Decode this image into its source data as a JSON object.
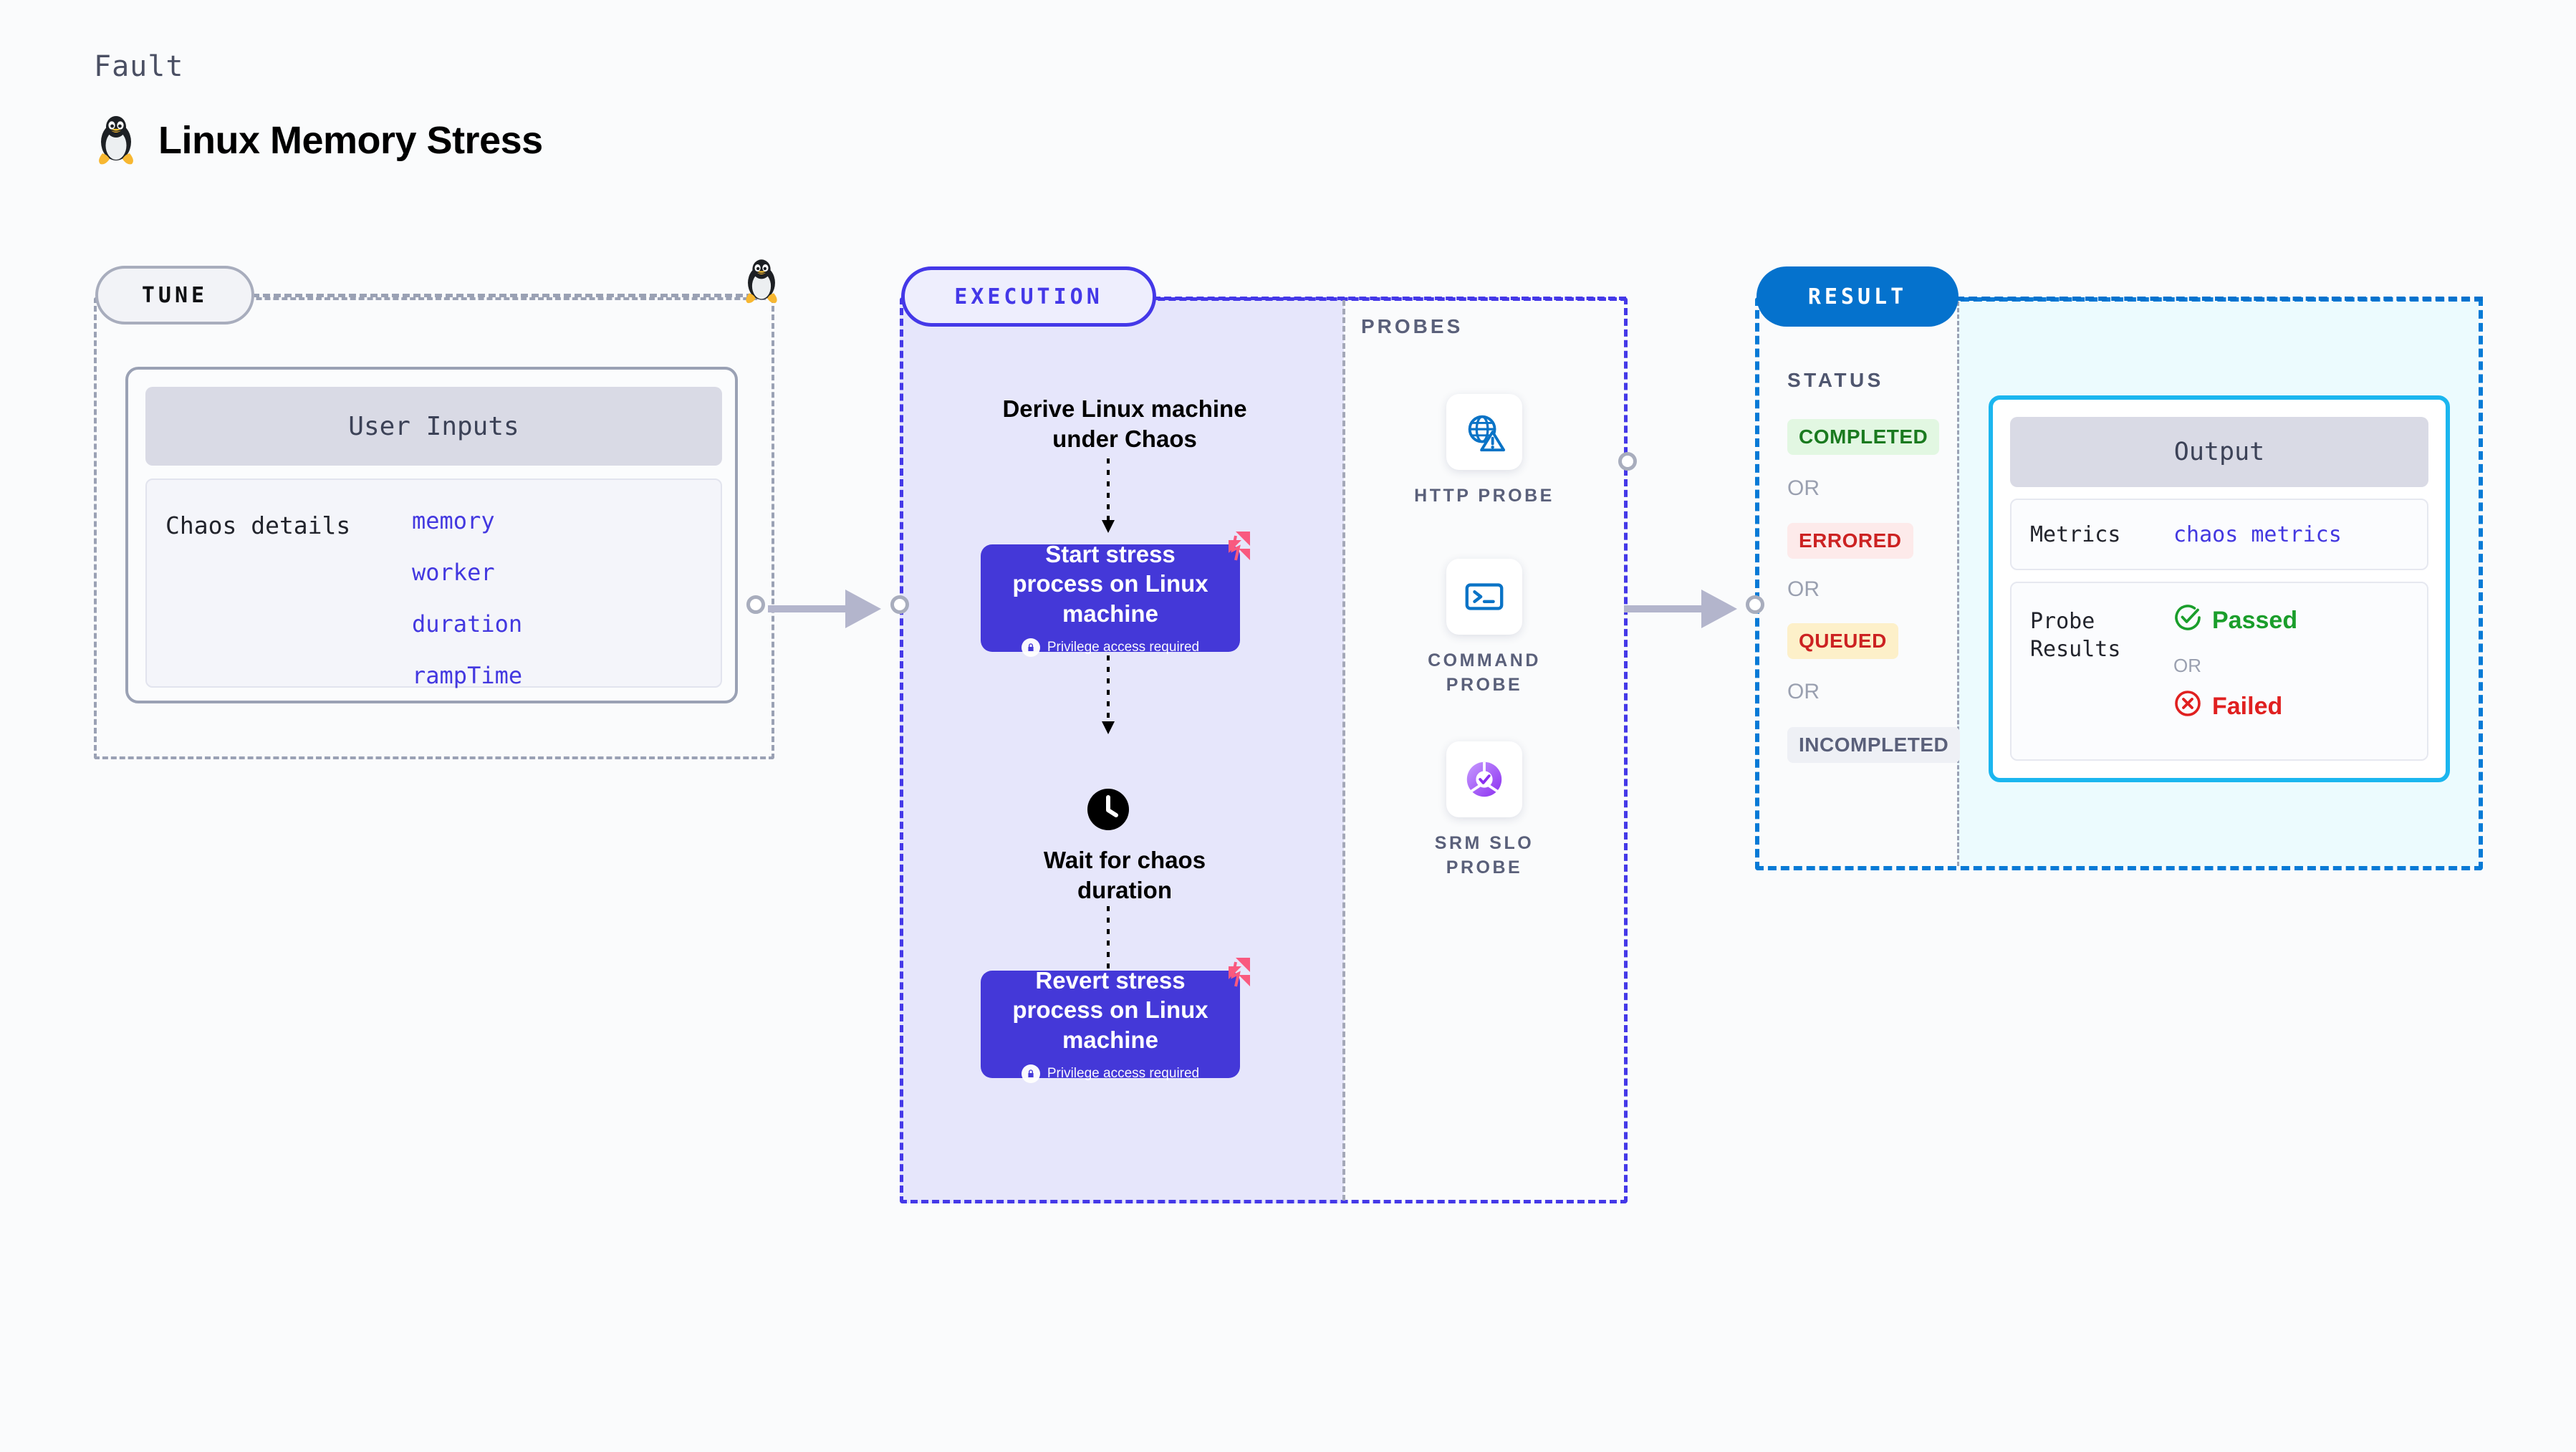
{
  "header": {
    "eyebrow": "Fault",
    "title": "Linux Memory Stress",
    "icon": "linux-penguin-icon"
  },
  "tune": {
    "pill_label": "TUNE",
    "card": {
      "header": "User Inputs",
      "key_label": "Chaos details",
      "params": [
        "memory",
        "worker",
        "duration",
        "rampTime"
      ]
    }
  },
  "execution": {
    "pill_label": "EXECUTION",
    "steps": [
      {
        "type": "text",
        "label": "Derive Linux machine\nunder Chaos"
      },
      {
        "type": "action",
        "title": "Start stress\nprocess on Linux\nmachine",
        "note": "Privilege access required",
        "icon": "lock-icon",
        "badge": "chaos-logo-icon"
      },
      {
        "type": "wait",
        "icon": "clock-icon",
        "label": "Wait for chaos\nduration"
      },
      {
        "type": "action",
        "title": "Revert stress\nprocess on Linux\nmachine",
        "note": "Privilege access required",
        "icon": "lock-icon",
        "badge": "chaos-logo-icon"
      }
    ]
  },
  "probes": {
    "title": "PROBES",
    "items": [
      {
        "label": "HTTP PROBE",
        "icon": "globe-warning-icon"
      },
      {
        "label": "COMMAND PROBE",
        "icon": "terminal-icon"
      },
      {
        "label": "SRM SLO PROBE",
        "icon": "slo-check-icon"
      }
    ]
  },
  "result": {
    "pill_label": "RESULT",
    "status_title": "STATUS",
    "or_label": "OR",
    "statuses": [
      {
        "label": "COMPLETED",
        "color": "#1a7a1f",
        "bg": "#e2f7e2"
      },
      {
        "label": "ERRORED",
        "color": "#cc2222",
        "bg": "#fdeaea"
      },
      {
        "label": "QUEUED",
        "color": "#cc2222",
        "bg": "#fdf0c9"
      },
      {
        "label": "INCOMPLETED",
        "color": "#5a607a",
        "bg": "#eef0f5"
      }
    ],
    "output": {
      "header": "Output",
      "metrics_key": "Metrics",
      "metrics_value": "chaos metrics",
      "probe_results_key": "Probe\nResults",
      "passed_label": "Passed",
      "failed_label": "Failed",
      "or_label": "OR",
      "passed_icon": "check-circle-icon",
      "failed_icon": "x-circle-icon"
    }
  },
  "colors": {
    "tune_border": "#9aa1b4",
    "execution": "#4438e8",
    "execution_fill": "#e6e6fb",
    "result": "#0572cd",
    "result_fill": "#ecfbfe",
    "action_card": "#4438d8",
    "accent_pink": "#f9597f",
    "param_text": "#4338e0"
  }
}
